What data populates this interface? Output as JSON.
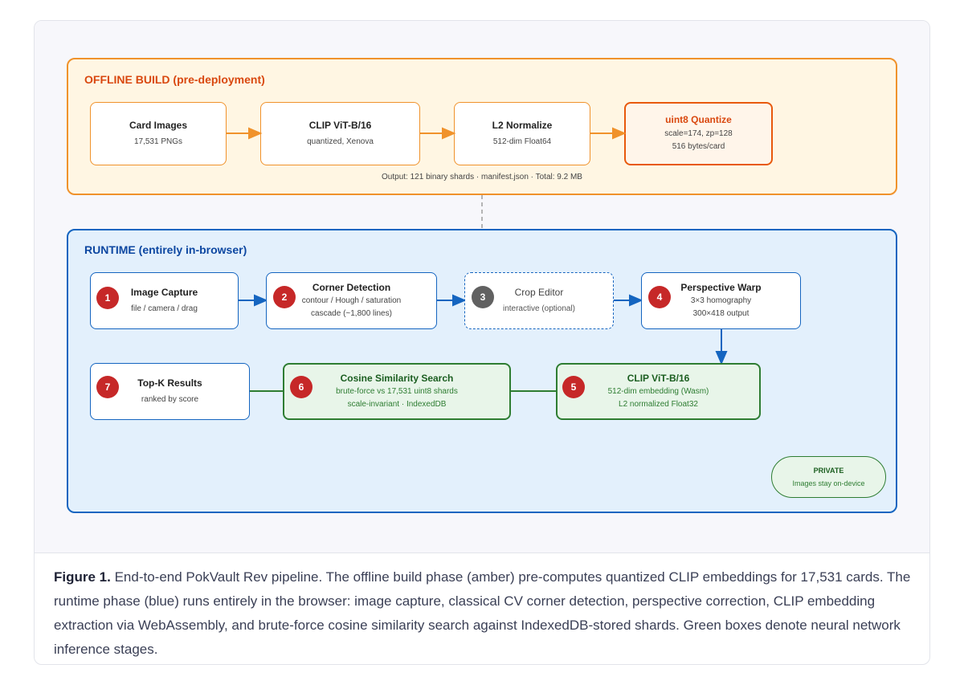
{
  "offline": {
    "title": "OFFLINE BUILD (pre-deployment)",
    "steps": [
      {
        "title": "Card Images",
        "lines": [
          "17,531 PNGs"
        ]
      },
      {
        "title": "CLIP ViT-B/16",
        "lines": [
          "quantized, Xenova"
        ]
      },
      {
        "title": "L2 Normalize",
        "lines": [
          "512-dim Float64"
        ]
      },
      {
        "title": "uint8 Quantize",
        "lines": [
          "scale=174, zp=128",
          "516 bytes/card"
        ]
      }
    ],
    "output": "Output: 121 binary shards · manifest.json · Total: 9.2 MB"
  },
  "runtime": {
    "title": "RUNTIME (entirely in-browser)",
    "steps": [
      {
        "num": "1",
        "title": "Image Capture",
        "lines": [
          "file / camera / drag"
        ]
      },
      {
        "num": "2",
        "title": "Corner Detection",
        "lines": [
          "contour / Hough / saturation",
          "cascade (~1,800 lines)"
        ]
      },
      {
        "num": "3",
        "title": "Crop Editor",
        "lines": [
          "interactive (optional)"
        ]
      },
      {
        "num": "4",
        "title": "Perspective Warp",
        "lines": [
          "3×3 homography",
          "300×418 output"
        ]
      },
      {
        "num": "5",
        "title": "CLIP ViT-B/16",
        "lines": [
          "512-dim embedding (Wasm)",
          "L2 normalized Float32"
        ]
      },
      {
        "num": "6",
        "title": "Cosine Similarity Search",
        "lines": [
          "brute-force vs 17,531 uint8 shards",
          "scale-invariant · IndexedDB"
        ]
      },
      {
        "num": "7",
        "title": "Top-K Results",
        "lines": [
          "ranked by score"
        ]
      }
    ],
    "private": {
      "title": "PRIVATE",
      "text": "Images stay on-device"
    }
  },
  "caption": {
    "label": "Figure 1.",
    "text": "End-to-end PokVault Rev pipeline. The offline build phase (amber) pre-computes quantized CLIP embeddings for 17,531 cards. The runtime phase (blue) runs entirely in the browser: image capture, classical CV corner detection, perspective correction, CLIP embedding extraction via WebAssembly, and brute-force cosine similarity search against IndexedDB-stored shards. Green boxes denote neural network inference stages."
  },
  "colors": {
    "offline": "#f0922b",
    "offline_title": "#d9480f",
    "runtime": "#1565c0",
    "runtime_title": "#0d47a1",
    "neural": "#2e7d32",
    "badge": "#c62828",
    "badge_optional": "#616161"
  }
}
